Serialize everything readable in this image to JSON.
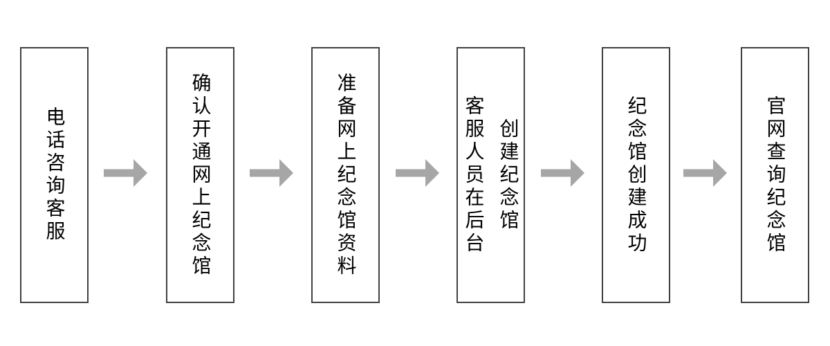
{
  "flowchart": {
    "background_color": "#ffffff",
    "box_border_color": "#404040",
    "text_color": "#000000",
    "arrow_color": "#a6a6a6",
    "arrow_icon_name": "right-block-arrow",
    "steps": [
      {
        "label": "电话咨询客服"
      },
      {
        "label": "确认开通网上纪念馆"
      },
      {
        "label": "准备网上纪念馆资料"
      },
      {
        "label": "客服人员在后台创建纪念馆",
        "columns": [
          "客服人员在后台",
          "创建纪念馆"
        ]
      },
      {
        "label": "纪念馆创建成功"
      },
      {
        "label": "官网查询纪念馆"
      }
    ]
  }
}
